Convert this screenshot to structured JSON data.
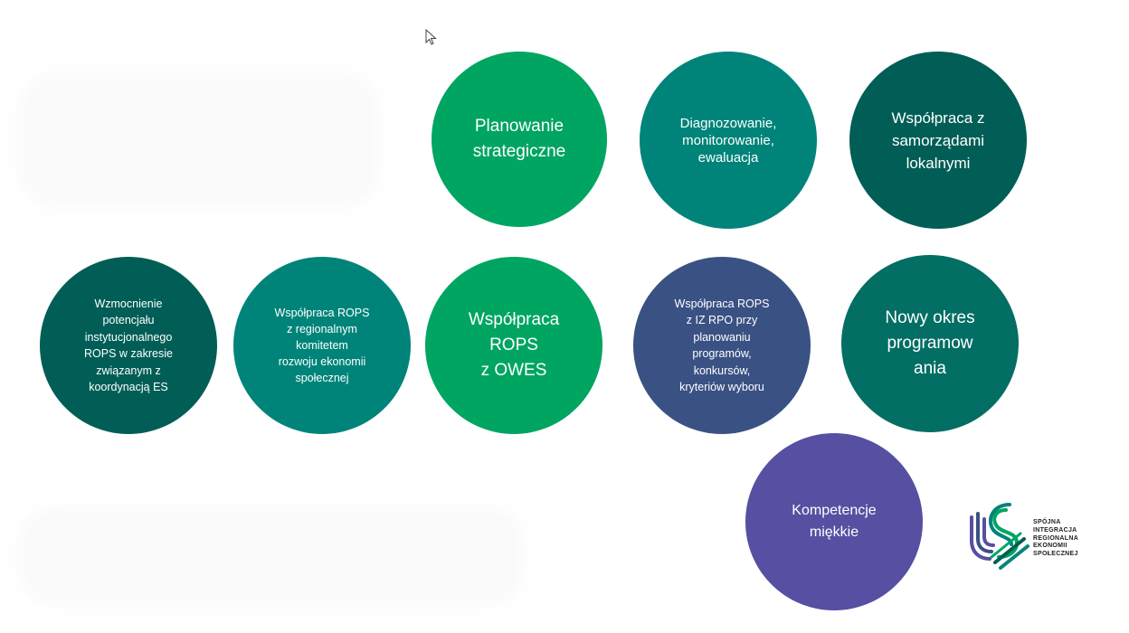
{
  "colors": {
    "green": "#00a562",
    "teal_mid": "#00847a",
    "teal_dark": "#005e56",
    "teal_deep": "#036e63",
    "navy_purple": "#3a5183",
    "purple": "#574fa1",
    "background": "#ffffff"
  },
  "top_row": [
    {
      "label": "Planowanie\nstrategiczne"
    },
    {
      "label": "Diagnozowanie,\nmonitorowanie,\newaluacja"
    },
    {
      "label": "Współpraca z\nsamorządami\nlokalnymi"
    }
  ],
  "middle_row": [
    {
      "label": "Wzmocnienie\npotencjału\ninstytucjonalnego\nROPS w zakresie\nzwiązanym z\nkoordynacją ES"
    },
    {
      "label": "Współpraca ROPS\nz regionalnym\nkomitetem\nrozwoju ekonomii\nspołecznej"
    },
    {
      "label": "Współpraca\nROPS\nz OWES"
    },
    {
      "label": "Współpraca ROPS\nz IZ RPO przy\nplanowaniu\nprogramów,\nkonkursów,\nkryteriów wyboru"
    },
    {
      "label": "Nowy okres\nprogramow\nania"
    }
  ],
  "bottom_row": [
    {
      "label": "Kompetencje\nmiękkie"
    }
  ],
  "logo": {
    "text": "SPÓJNA\nINTEGRACJA\nREGIONALNA\nEKONOMII\nSPOŁECZNEJ",
    "icon": "hands-logo-icon"
  },
  "cursor": {
    "icon": "mouse-pointer-icon"
  }
}
